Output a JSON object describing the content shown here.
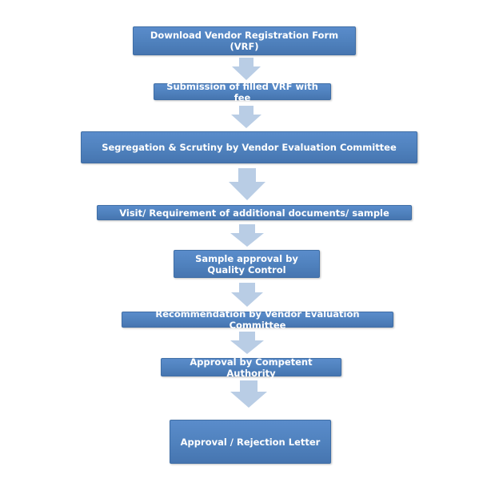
{
  "flowchart": {
    "steps": [
      {
        "label": "Download Vendor Registration Form (VRF)"
      },
      {
        "label": "Submission of filled VRF with fee"
      },
      {
        "label": "Segregation & Scrutiny by Vendor Evaluation Committee"
      },
      {
        "label": "Visit/ Requirement of additional documents/ sample"
      },
      {
        "label": "Sample approval by Quality Control"
      },
      {
        "label": "Recommendation by Vendor Evaluation Committee"
      },
      {
        "label": "Approval by Competent Authority"
      },
      {
        "label": "Approval / Rejection Letter"
      }
    ],
    "colors": {
      "box_fill": "#4f81bd",
      "box_text": "#ffffff",
      "arrow_fill": "#b9cde5"
    },
    "arrow_icon": "down-arrow-icon"
  }
}
